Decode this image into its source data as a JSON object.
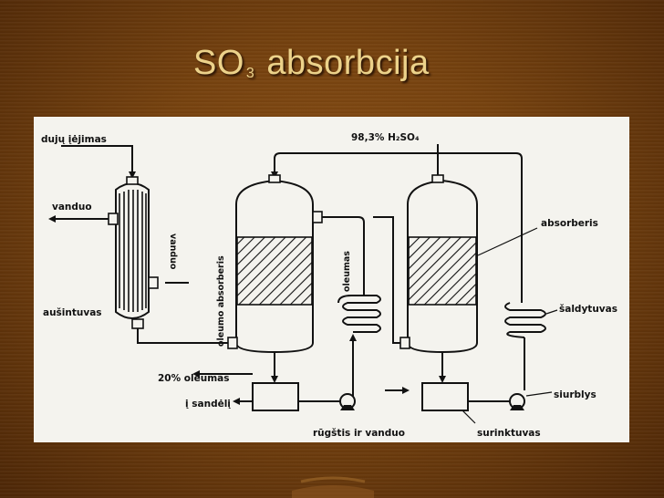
{
  "slide": {
    "title_main": "SO",
    "title_sub": "3",
    "title_rest": "absorbcija"
  },
  "diagram": {
    "labels": {
      "gas_inlet": "dujų įėjimas",
      "water_out": "vanduo",
      "water_in": "vanduo",
      "cooler": "aušintuvas",
      "oleum_absorber": "oleumo absorberis",
      "oleum": "oleumas",
      "acid_feed": "98,3% H₂SO₄",
      "absorber": "absorberis",
      "chiller": "šaldytuvas",
      "oleum_20": "20% oleumas",
      "to_storage": "į sandėlį",
      "acid_and_water": "rūgštis ir vanduo",
      "collector": "surinktuvas",
      "pump": "siurblys"
    }
  },
  "colors": {
    "background": "#76420f",
    "title": "#ecd28a",
    "diagram_bg": "#f4f3ee",
    "ink": "#111111"
  }
}
